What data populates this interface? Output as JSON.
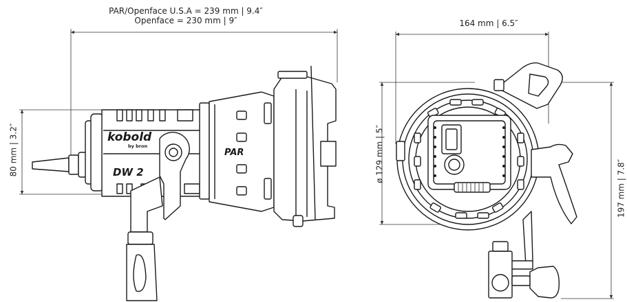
{
  "dimensions": {
    "side_length_line1": "PAR/Openface U.S.A = 239 mm  |  9.4″",
    "side_length_line2": "Openface = 230 mm  |  9″",
    "side_height": "80 mm  |  3.2″",
    "front_width": "164 mm  |  6.5″",
    "front_diameter": "ø 129 mm  |  5″",
    "front_height": "197 mm  |  7.8″"
  },
  "product": {
    "brand": "kobold",
    "sub_brand": "by bron",
    "model": "DW 2",
    "lens_label": "PAR"
  },
  "colors": {
    "line": "#1a1a1a",
    "dimension": "#333333",
    "background": "#ffffff"
  }
}
